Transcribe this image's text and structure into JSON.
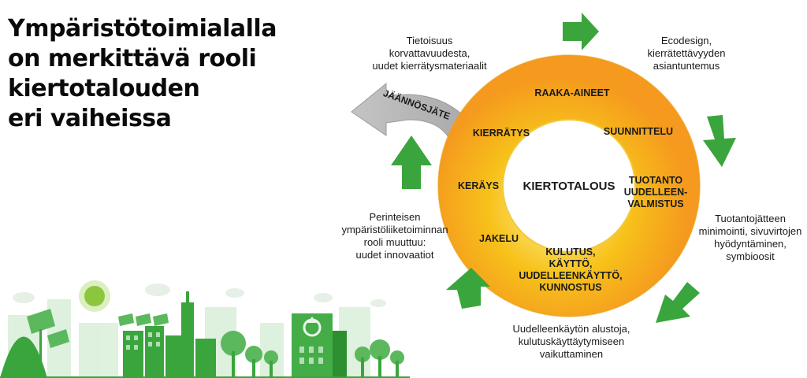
{
  "title_lines": [
    "Ympäristötoimialalla",
    "on merkittävä rooli",
    "kiertotalouden",
    "eri vaiheissa"
  ],
  "center": "KIERTOTALOUS",
  "ring": {
    "raaka_aineet": "RAAKA-AINEET",
    "suunnittelu": "SUUNNITTELU",
    "tuotanto": [
      "TUOTANTO",
      "UUDELLEEN-",
      "VALMISTUS"
    ],
    "kulutus": [
      "KULUTUS,",
      "KÄYTTÖ,",
      "UUDELLEENKÄYTTÖ,",
      "KUNNOSTUS"
    ],
    "jakelu": "JAKELU",
    "keraus": "KERÄYS",
    "kierratys": "KIERRÄTYS"
  },
  "residual": "JÄÄNNÖSJÄTE",
  "outer": {
    "top_left": [
      "Tietoisuus",
      "korvattavuudesta,",
      "uudet kierrätysmateriaalit"
    ],
    "top_right": [
      "Ecodesign,",
      "kierrätettävyyden",
      "asiantuntemus"
    ],
    "right": [
      "Tuotantojätteen",
      "minimointi, sivuvirtojen",
      "hyödyntäminen,",
      "symbioosit"
    ],
    "bottom": [
      "Uudelleenkäytön alustoja,",
      "kulutuskäyttäytymiseen",
      "vaikuttaminen"
    ],
    "left": [
      "Perinteisen",
      "ympäristöliiketoiminnan",
      "rooli muuttuu:",
      "uudet innovaatiot"
    ]
  },
  "colors": {
    "arrow_green": "#3aa53c",
    "ring_yellow": "#f7c21a",
    "ring_orange": "#f59a1e",
    "residual_gray": "#b4b4b4",
    "city_green": "#4caf50"
  }
}
